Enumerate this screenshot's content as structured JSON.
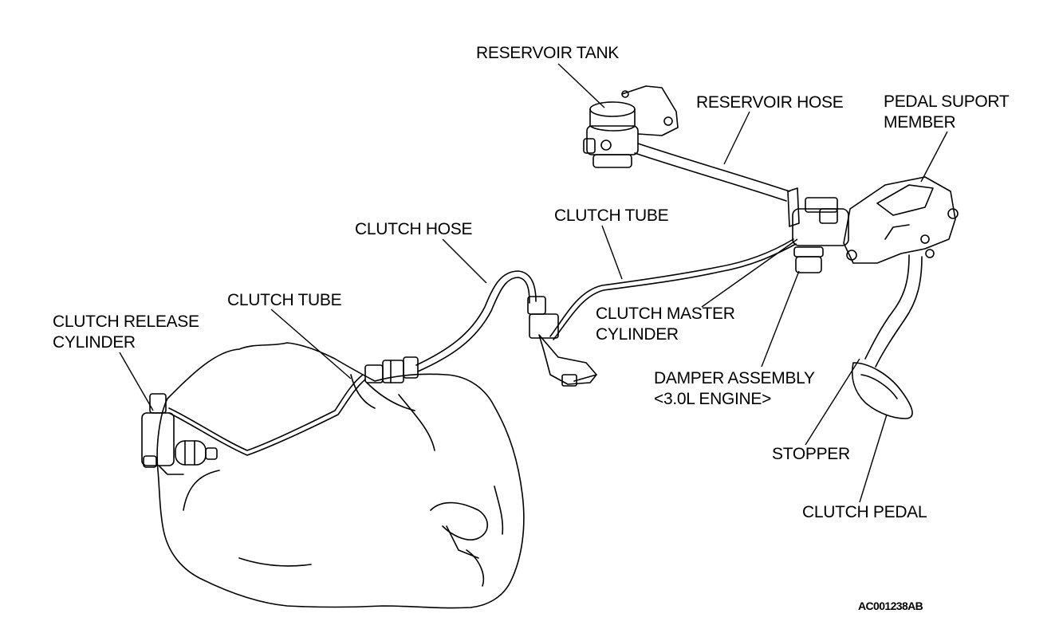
{
  "labels": {
    "reservoir_tank": "RESERVOIR TANK",
    "reservoir_hose": "RESERVOIR HOSE",
    "pedal_support_member": [
      "PEDAL SUPORT",
      "MEMBER"
    ],
    "clutch_tube_upper": "CLUTCH TUBE",
    "clutch_hose": "CLUTCH HOSE",
    "clutch_tube_lower": "CLUTCH TUBE",
    "clutch_release_cylinder": [
      "CLUTCH RELEASE",
      "CYLINDER"
    ],
    "clutch_master_cylinder": [
      "CLUTCH MASTER",
      "CYLINDER"
    ],
    "damper_assembly": [
      "DAMPER ASSEMBLY",
      "<3.0L ENGINE>"
    ],
    "stopper": "STOPPER",
    "clutch_pedal": "CLUTCH PEDAL"
  },
  "figure_code": "AC001238AB",
  "colors": {
    "line": "#000000",
    "background": "#ffffff"
  }
}
